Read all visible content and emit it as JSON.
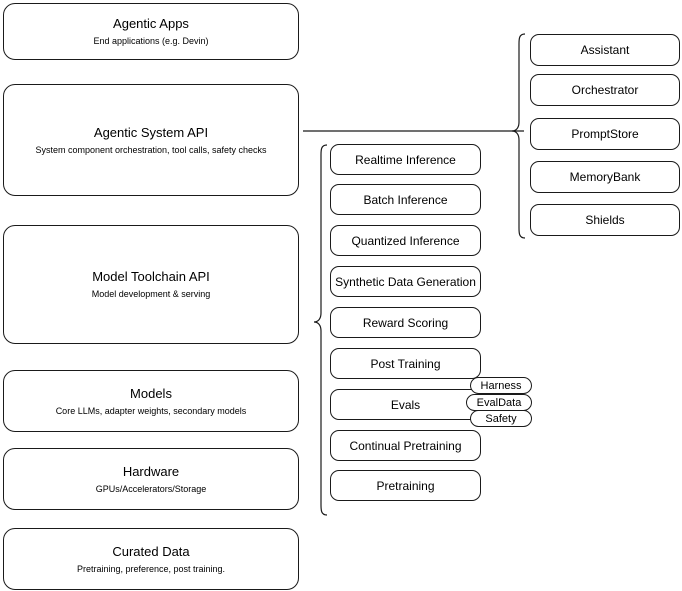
{
  "diagram": {
    "title": "Agentic AI stack layers",
    "stroke_color": "#1a1a1a",
    "background_color": "#ffffff",
    "text_color": "#000000"
  },
  "layers": [
    {
      "id": "agentic-apps",
      "title": "Agentic Apps",
      "subtitle": "End applications (e.g. Devin)"
    },
    {
      "id": "agentic-system-api",
      "title": "Agentic System API",
      "subtitle": "System component orchestration, tool calls, safety checks"
    },
    {
      "id": "model-toolchain-api",
      "title": "Model Toolchain API",
      "subtitle": "Model development & serving"
    },
    {
      "id": "models",
      "title": "Models",
      "subtitle": "Core LLMs, adapter weights, secondary models"
    },
    {
      "id": "hardware",
      "title": "Hardware",
      "subtitle": "GPUs/Accelerators/Storage"
    },
    {
      "id": "curated-data",
      "title": "Curated Data",
      "subtitle": "Pretraining, preference, post training."
    }
  ],
  "system_components": [
    {
      "id": "assistant",
      "label": "Assistant"
    },
    {
      "id": "orchestrator",
      "label": "Orchestrator"
    },
    {
      "id": "promptstore",
      "label": "PromptStore"
    },
    {
      "id": "memorybank",
      "label": "MemoryBank"
    },
    {
      "id": "shields",
      "label": "Shields"
    }
  ],
  "toolchain_components": [
    {
      "id": "realtime-inference",
      "label": "Realtime Inference"
    },
    {
      "id": "batch-inference",
      "label": "Batch Inference"
    },
    {
      "id": "quantized-inference",
      "label": "Quantized Inference"
    },
    {
      "id": "synthetic-data-generation",
      "label": "Synthetic Data Generation"
    },
    {
      "id": "reward-scoring",
      "label": "Reward Scoring"
    },
    {
      "id": "post-training",
      "label": "Post Training"
    },
    {
      "id": "evals",
      "label": "Evals"
    },
    {
      "id": "continual-pretraining",
      "label": "Continual Pretraining"
    },
    {
      "id": "pretraining",
      "label": "Pretraining"
    }
  ],
  "eval_tags": [
    {
      "id": "harness",
      "label": "Harness"
    },
    {
      "id": "evaldata",
      "label": "EvalData"
    },
    {
      "id": "safety",
      "label": "Safety"
    }
  ]
}
